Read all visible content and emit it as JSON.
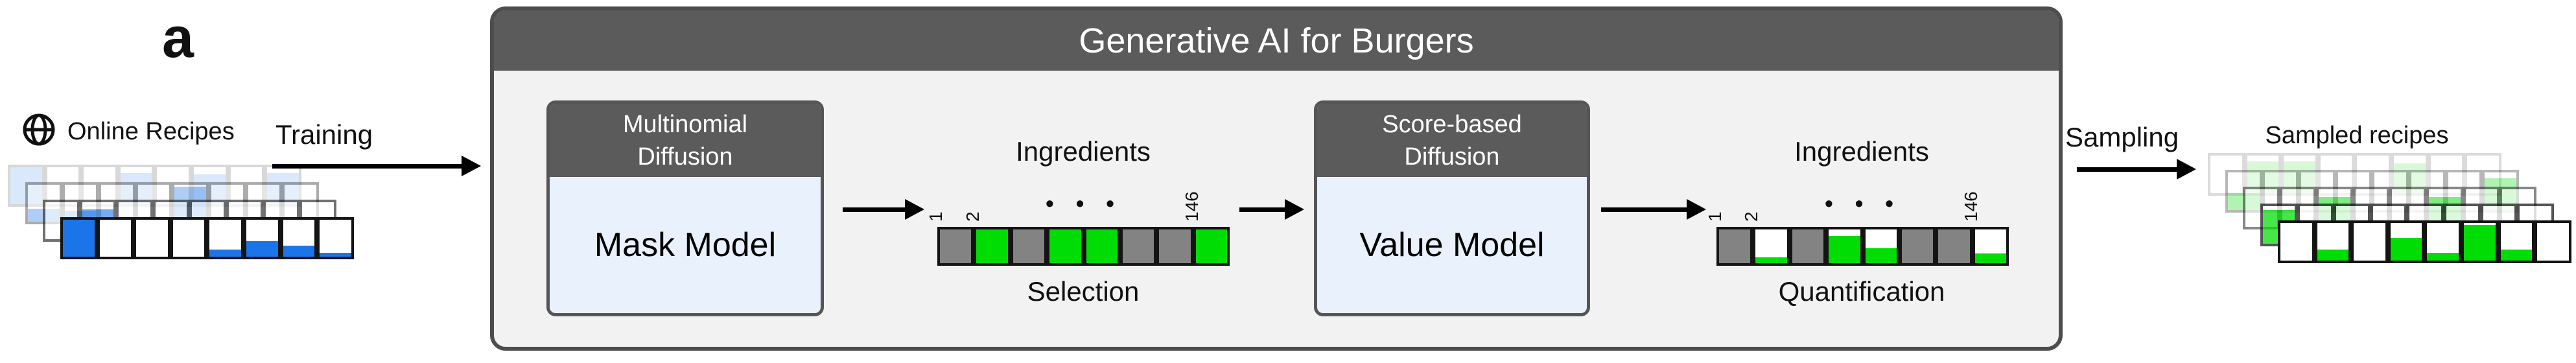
{
  "figure": {
    "panel_label": "a",
    "online_recipes_label": "Online Recipes",
    "training_label": "Training",
    "sampling_label": "Sampling",
    "sampled_recipes_label": "Sampled recipes",
    "container_title": "Generative AI for Burgers"
  },
  "mask_model": {
    "header_line1": "Multinomial",
    "header_line2": "Diffusion",
    "body": "Mask Model"
  },
  "value_model": {
    "header_line1": "Score-based",
    "header_line2": "Diffusion",
    "body": "Value Model"
  },
  "selection_row": {
    "title": "Ingredients",
    "caption": "Selection",
    "index_first": "1",
    "index_second": "2",
    "index_last": "146",
    "dots": "• • •",
    "cells": [
      "gray",
      "green",
      "gray",
      "green",
      "green",
      "gray",
      "gray",
      "green"
    ]
  },
  "quantification_row": {
    "title": "Ingredients",
    "caption": "Quantification",
    "index_first": "1",
    "index_second": "2",
    "index_last": "146",
    "dots": "• • •",
    "cells": [
      {
        "type": "gray"
      },
      {
        "type": "value",
        "fill": 0.18
      },
      {
        "type": "gray"
      },
      {
        "type": "value",
        "fill": 0.8
      },
      {
        "type": "value",
        "fill": 0.45
      },
      {
        "type": "gray"
      },
      {
        "type": "gray"
      },
      {
        "type": "value",
        "fill": 0.28
      }
    ]
  },
  "recipe_stacks": {
    "online": {
      "color": "#1b74e8",
      "layers": [
        {
          "opacity": 0.16,
          "fills": [
            1,
            0,
            0,
            0.85,
            0,
            0.8,
            0,
            0.85
          ]
        },
        {
          "opacity": 0.35,
          "fills": [
            0.35,
            0.3,
            0,
            0,
            0.95,
            0,
            0,
            0
          ]
        },
        {
          "opacity": 0.6,
          "fills": [
            0,
            0.8,
            0,
            0,
            0,
            0,
            0,
            0
          ]
        },
        {
          "opacity": 1,
          "fills": [
            1,
            0,
            0,
            0,
            0.2,
            0.42,
            0.3,
            0.1
          ]
        }
      ]
    },
    "sampled": {
      "color": "#00dd04",
      "layers": [
        {
          "opacity": 0.15,
          "fills": [
            0,
            0.85,
            0.85,
            0,
            0,
            0.8,
            0,
            0
          ]
        },
        {
          "opacity": 0.3,
          "fills": [
            0.45,
            0,
            0,
            0,
            0,
            0,
            0,
            0.85
          ]
        },
        {
          "opacity": 0.5,
          "fills": [
            0,
            0,
            0.8,
            0,
            0,
            0.8,
            0,
            0
          ]
        },
        {
          "opacity": 0.72,
          "fills": [
            0.9,
            0,
            0,
            0.45,
            0,
            0.5,
            0,
            0.45
          ]
        },
        {
          "opacity": 1,
          "fills": [
            0,
            0.3,
            0,
            0.6,
            0.2,
            0.95,
            0.3,
            0
          ]
        }
      ]
    }
  },
  "colors": {
    "blue_fill": "#1b74e8",
    "green_fill": "#00dd04",
    "gray_cell": "#838383",
    "header_gray": "#5b5b5b",
    "container_bg": "#f2f2f2",
    "model_body_blue": "#e9f1fc",
    "cell_border": "#141414"
  }
}
